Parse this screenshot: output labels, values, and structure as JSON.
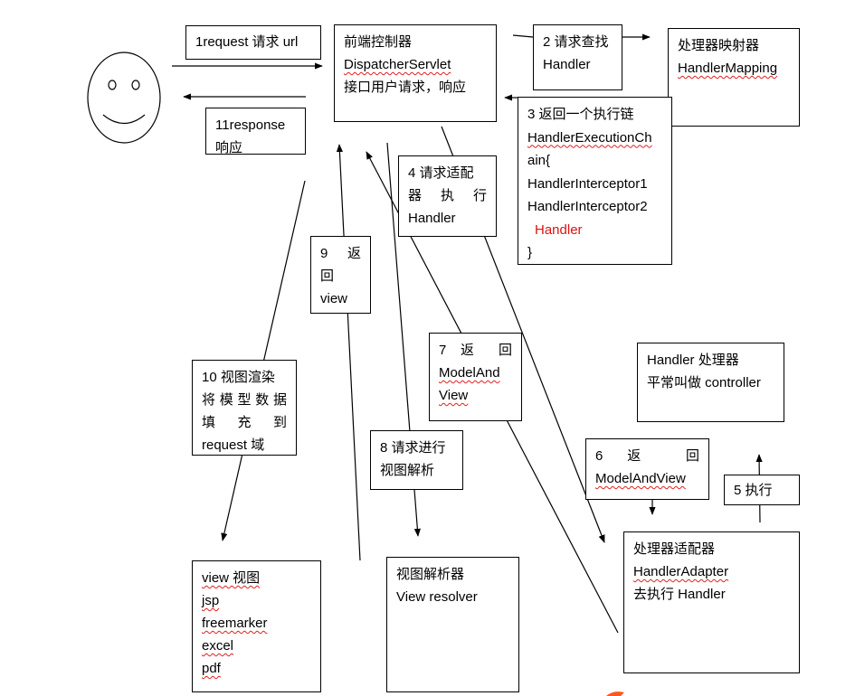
{
  "boxes": {
    "request": {
      "lines": [
        "1request 请求 url"
      ]
    },
    "dispatcher": {
      "lines": [
        "前端控制器",
        "DispatcherServlet",
        "接口用户请求，响应"
      ]
    },
    "lookup": {
      "lines": [
        "2 请求查找",
        "Handler"
      ]
    },
    "mapping": {
      "lines": [
        "处理器映射器",
        "HandlerMapping"
      ]
    },
    "response": {
      "lines": [
        "11response",
        "响应"
      ]
    },
    "chain": {
      "lines": [
        "3 返回一个执行链",
        "HandlerExecutionCh",
        "ain{",
        "HandlerInterceptor1",
        "HandlerInterceptor2",
        "Handler",
        "}"
      ]
    },
    "adapt_request": {
      "lines": [
        "4 请求适配",
        "器 执 行",
        "Handler"
      ]
    },
    "return_view": {
      "lines": [
        "9 返",
        "回",
        "view"
      ]
    },
    "render": {
      "lines": [
        "10 视图渲染",
        "将模型数据",
        "填 充 到",
        "request 域"
      ]
    },
    "return_mav7": {
      "lines": [
        "7 返 回",
        "ModelAnd",
        "View"
      ]
    },
    "handler": {
      "lines": [
        "Handler 处理器",
        "平常叫做 controller"
      ]
    },
    "return_mav6": {
      "lines": [
        "6 返 回",
        "ModelAndView"
      ]
    },
    "execute": {
      "lines": [
        "5 执行"
      ]
    },
    "resolve_request": {
      "lines": [
        "8 请求进行",
        "视图解析"
      ]
    },
    "adapter": {
      "lines": [
        "处理器适配器",
        "HandlerAdapter",
        "去执行 Handler"
      ]
    },
    "view": {
      "lines": [
        "view 视图",
        "jsp",
        "freemarker",
        "excel",
        "pdf"
      ]
    },
    "resolver": {
      "lines": [
        "视图解析器",
        "View resolver"
      ]
    }
  },
  "colors": {
    "stroke": "#000000",
    "accent_text": "#e01010",
    "spell_underline": "#e02020"
  }
}
